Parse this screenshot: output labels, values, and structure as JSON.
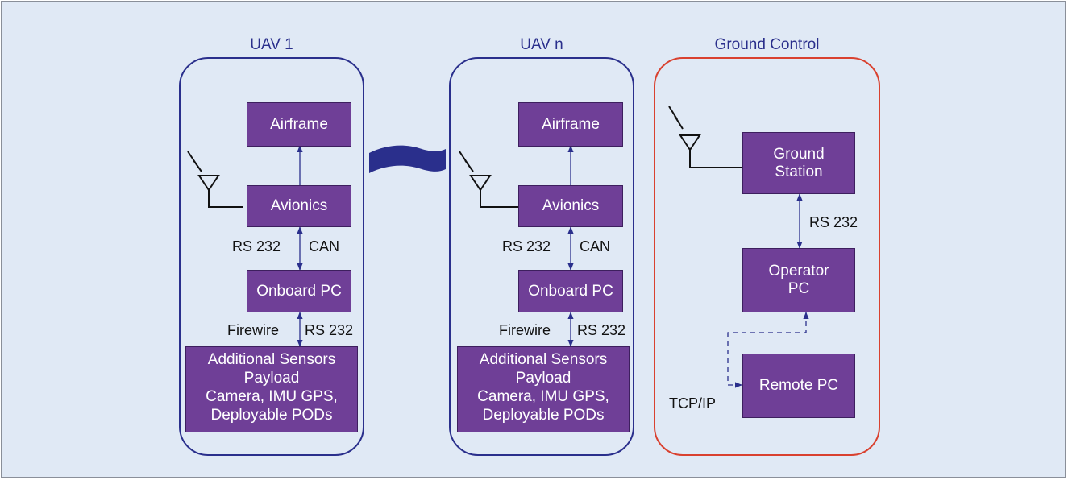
{
  "uav1": {
    "title": "UAV 1",
    "airframe": "Airframe",
    "avionics": "Avionics",
    "onboard_pc": "Onboard PC",
    "sensors": [
      "Additional Sensors",
      "Payload",
      "Camera, IMU GPS,",
      "Deployable PODs"
    ],
    "link_avionics_pc": [
      "RS 232",
      "CAN"
    ],
    "link_pc_sensors": [
      "Firewire",
      "RS 232"
    ]
  },
  "uavn": {
    "title": "UAV n",
    "airframe": "Airframe",
    "avionics": "Avionics",
    "onboard_pc": "Onboard PC",
    "sensors": [
      "Additional Sensors",
      "Payload",
      "Camera, IMU GPS,",
      "Deployable PODs"
    ],
    "link_avionics_pc": [
      "RS 232",
      "CAN"
    ],
    "link_pc_sensors": [
      "Firewire",
      "RS 232"
    ]
  },
  "ground": {
    "title": "Ground Control",
    "ground_station": [
      "Ground",
      "Station"
    ],
    "operator_pc": [
      "Operator",
      "PC"
    ],
    "remote_pc": "Remote PC",
    "link_station_operator": "RS 232",
    "link_remote": "TCP/IP"
  },
  "colors": {
    "box_fill": "#6f3f97",
    "uav_border": "#2a2f8c",
    "ground_border": "#d9412f",
    "background": "#e0e9f5"
  },
  "icons": [
    "antenna-icon",
    "wave-separator-icon"
  ]
}
